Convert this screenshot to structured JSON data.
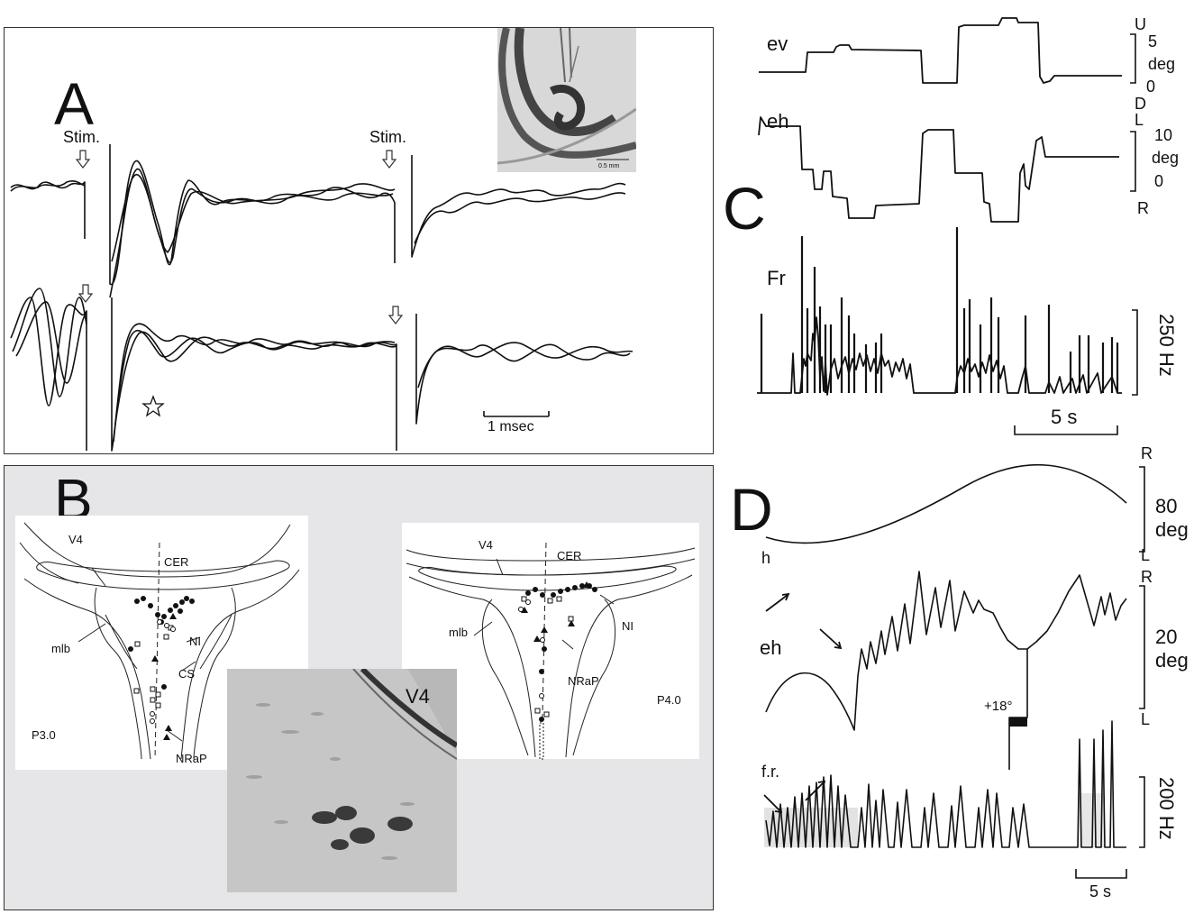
{
  "panelA": {
    "letter": "A",
    "stim1": "Stim.",
    "stim2": "Stim.",
    "inset_scale": "0.5 mm",
    "scalebar": "1 msec"
  },
  "panelB": {
    "letter": "B",
    "left": {
      "v4": "V4",
      "cer": "CER",
      "nl": "NI",
      "mlb": "mlb",
      "cs": "CS",
      "nrap": "NRaP",
      "section": "P3.0"
    },
    "right": {
      "v4": "V4",
      "cer": "CER",
      "nl": "NI",
      "mlb": "mlb",
      "nrap": "NRaP",
      "section": "P4.0"
    },
    "photo_label": "V4"
  },
  "panelC": {
    "letter": "C",
    "ev": "ev",
    "eh": "eh",
    "fr": "Fr",
    "ev_scale": {
      "top": "U",
      "value": "5",
      "unit": "deg",
      "zero": "0",
      "bottom": "D"
    },
    "eh_scale": {
      "top": "L",
      "value": "10",
      "unit": "deg",
      "zero": "0",
      "bottom": "R"
    },
    "fr_scale": "250 Hz",
    "time_scale": "5 s"
  },
  "panelD": {
    "letter": "D",
    "h": "h",
    "eh": "eh",
    "fr": "f.r.",
    "h_scale": {
      "top": "R",
      "value": "80",
      "unit": "deg",
      "bottom": "L"
    },
    "eh_scale": {
      "top": "R",
      "value": "20",
      "unit": "deg",
      "bottom": "L"
    },
    "step": "+18°",
    "fr_scale": "200 Hz",
    "time_scale": "5 s"
  }
}
